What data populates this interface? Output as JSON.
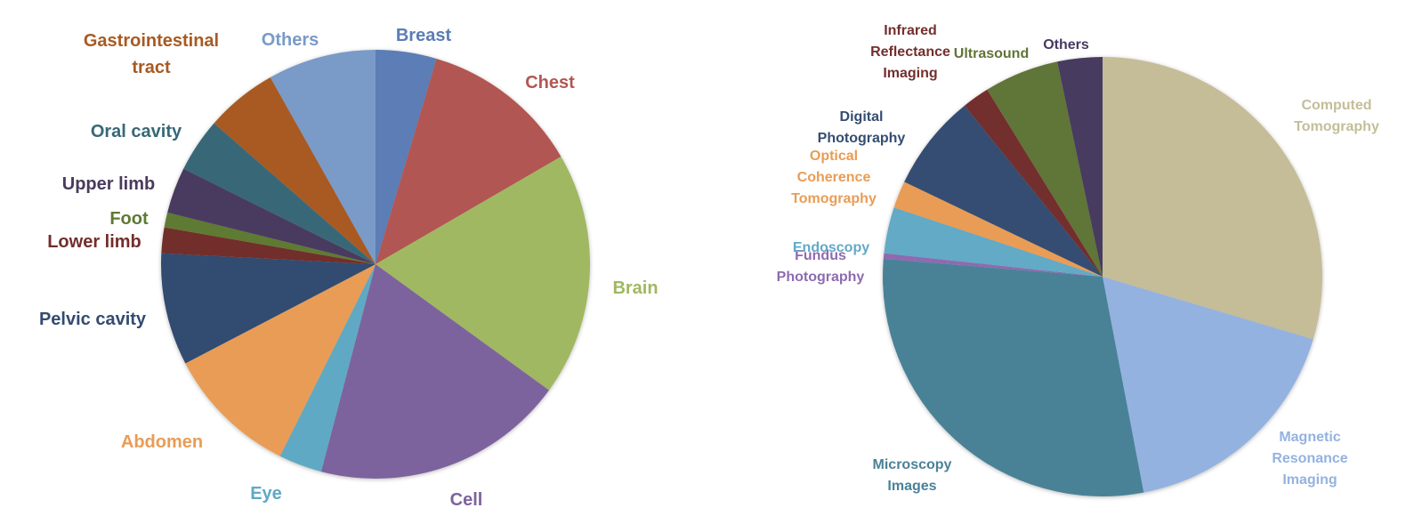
{
  "chart_data": [
    {
      "type": "pie",
      "title": "",
      "start_angle_deg": 0,
      "direction": "clockwise",
      "slices": [
        {
          "label": "Breast",
          "value": 4.5,
          "color": "#5B7DB5"
        },
        {
          "label": "Chest",
          "value": 11.8,
          "color": "#B25753"
        },
        {
          "label": "Brain",
          "value": 18.0,
          "color": "#A0B862"
        },
        {
          "label": "Cell",
          "value": 18.7,
          "color": "#7D639D"
        },
        {
          "label": "Eye",
          "value": 3.2,
          "color": "#5FA9C4"
        },
        {
          "label": "Abdomen",
          "value": 9.8,
          "color": "#E99C55"
        },
        {
          "label": "Pelvic cavity",
          "value": 8.3,
          "color": "#334B70"
        },
        {
          "label": "Lower limb",
          "value": 1.9,
          "color": "#722E2C"
        },
        {
          "label": "Foot",
          "value": 1.1,
          "color": "#5E7A33"
        },
        {
          "label": "Upper limb",
          "value": 3.4,
          "color": "#4A3A5E"
        },
        {
          "label": "Oral cavity",
          "value": 4.0,
          "color": "#386878"
        },
        {
          "label": "Gastrointestinal tract",
          "label_lines": [
            "Gastrointestinal",
            "tract"
          ],
          "value": 5.3,
          "color": "#A85A22"
        },
        {
          "label": "Others",
          "value": 8.0,
          "color": "#7A9AC8"
        }
      ]
    },
    {
      "type": "pie",
      "title": "",
      "start_angle_deg": 0,
      "direction": "clockwise",
      "slices": [
        {
          "label": "Computed Tomography",
          "label_lines": [
            "Computed",
            "Tomography"
          ],
          "value": 29.6,
          "color": "#C4BD98"
        },
        {
          "label": "Magnetic Resonance Imaging",
          "label_lines": [
            "Magnetic",
            "Resonance",
            "Imaging"
          ],
          "value": 17.4,
          "color": "#94B2E0"
        },
        {
          "label": "Microscopy Images",
          "label_lines": [
            "Microscopy",
            "Images"
          ],
          "value": 29.3,
          "color": "#4A8297"
        },
        {
          "label": "Fundus Photography",
          "label_lines": [
            "Fundus",
            "Photography"
          ],
          "value": 0.4,
          "color": "#8E6BB0"
        },
        {
          "label": "Endoscopy",
          "value": 3.4,
          "color": "#62AAC6"
        },
        {
          "label": "Optical Coherence Tomography",
          "label_lines": [
            "Optical",
            "Coherence",
            "Tomography"
          ],
          "value": 2.0,
          "color": "#E99C55"
        },
        {
          "label": "Digital Photography",
          "label_lines": [
            "Digital",
            "Photography"
          ],
          "value": 7.1,
          "color": "#344D72"
        },
        {
          "label": "Infrared Reflectance Imaging",
          "label_lines": [
            "Infrared",
            "Reflectance",
            "Imaging"
          ],
          "value": 2.0,
          "color": "#732F2E"
        },
        {
          "label": "Ultrasound",
          "value": 5.5,
          "color": "#617437"
        },
        {
          "label": "Others",
          "value": 3.3,
          "color": "#473A5E"
        }
      ]
    }
  ]
}
